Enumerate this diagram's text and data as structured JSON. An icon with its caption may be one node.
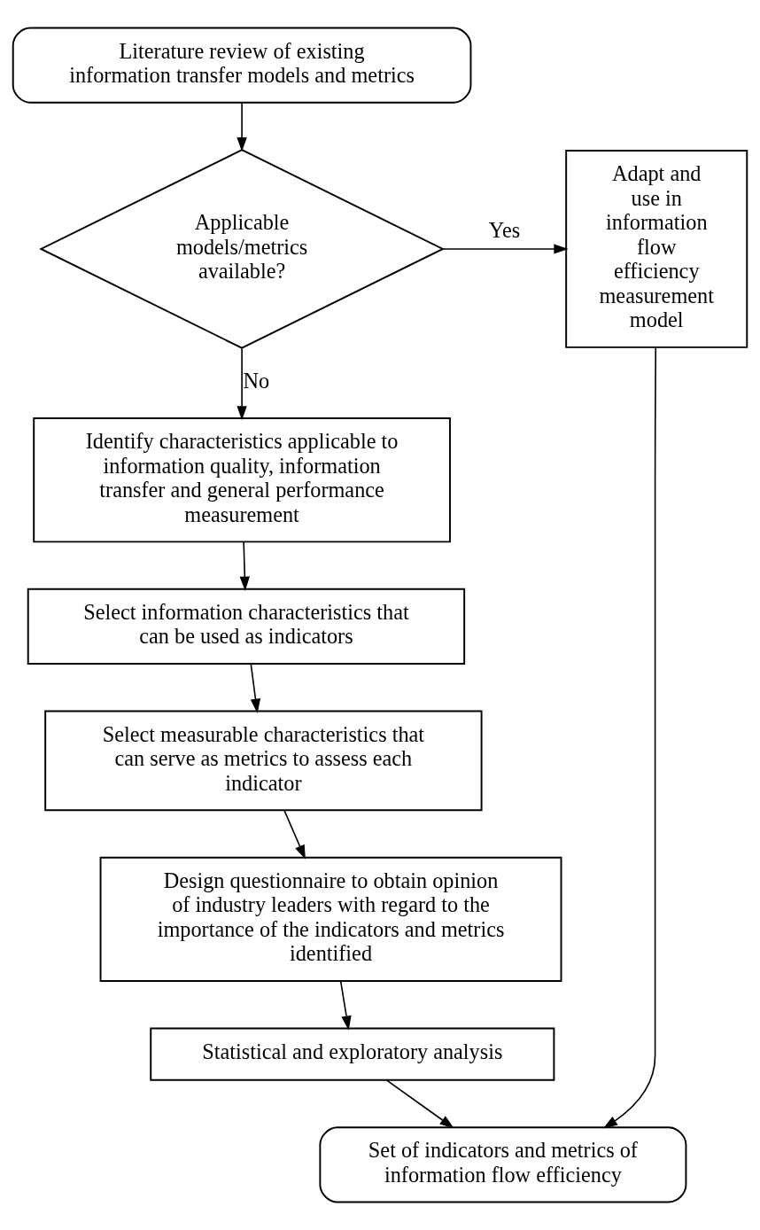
{
  "diagram": {
    "nodes": [
      {
        "text": [
          "Literature review of existing information transfer models and metrics"
        ]
      },
      {
        "text": [
          "Applicable models/metrics available?"
        ]
      },
      {
        "text": [
          "Adapt and use in information flow efficiency measurement model"
        ]
      },
      {
        "text": [
          "Identify characteristics applicable to information quality, information transfer and general performance measurement"
        ]
      },
      {
        "text": [
          "Select information characteristics that can be used as indicators"
        ]
      },
      {
        "text": [
          "Select measurable characteristics that can serve as metrics to assess each indicator"
        ]
      },
      {
        "text": [
          "Design questionnaire to obtain opinion of industry leaders with regard to the importance of the indicators and metrics identified"
        ]
      },
      {
        "text": [
          "Statistical and exploratory analysis"
        ]
      },
      {
        "text": [
          "Set of indicators and metrics of information flow efficiency"
        ]
      }
    ],
    "edges": [
      {
        "from": 0,
        "to": 1,
        "arrow": "to"
      },
      {
        "from": 1,
        "to": 2,
        "arrow": "to",
        "label": "Yes"
      },
      {
        "from": 1,
        "to": 3,
        "arrow": "to",
        "label": "No"
      },
      {
        "from": 3,
        "to": 4,
        "arrow": "to"
      },
      {
        "from": 4,
        "to": 5,
        "arrow": "to"
      },
      {
        "from": 5,
        "to": 6,
        "arrow": "to"
      },
      {
        "from": 6,
        "to": 7,
        "arrow": "to"
      },
      {
        "from": 7,
        "to": 8,
        "arrow": "to"
      },
      {
        "from": 2,
        "to": 8,
        "arrow": "to"
      }
    ]
  }
}
